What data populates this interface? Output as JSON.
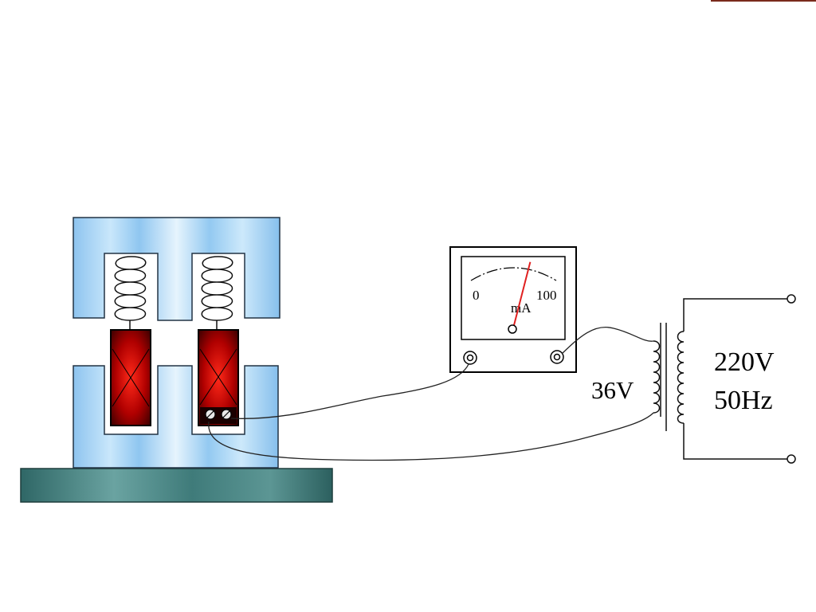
{
  "meter": {
    "scale_min": "0",
    "scale_max": "100",
    "unit": "mA",
    "reading_fraction": 0.68
  },
  "transformer": {
    "secondary_label": "36V",
    "primary_voltage": "220V",
    "primary_frequency": "50Hz"
  },
  "colors": {
    "yoke_blue": "#9ccdf2",
    "yoke_highlight": "#e6f4fd",
    "coil_red": "#e01010",
    "coil_dark": "#3a0000",
    "base_teal": "#3f7b7a",
    "needle": "#e02020",
    "corner_accent": "#7a2a1c"
  }
}
